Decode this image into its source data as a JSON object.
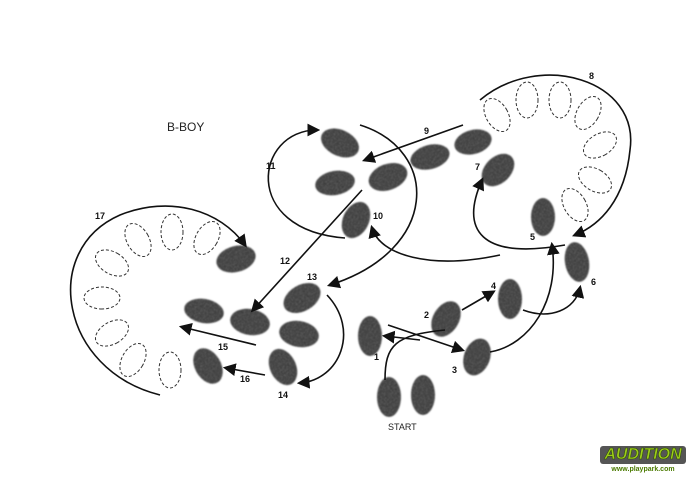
{
  "title": "B-BOY",
  "start_label": "START",
  "step_labels": [
    "1",
    "2",
    "3",
    "4",
    "5",
    "6",
    "7",
    "8",
    "9",
    "10",
    "11",
    "12",
    "13",
    "14",
    "15",
    "16",
    "17"
  ],
  "logo": {
    "name": "AUDITION",
    "url": "www.playpark.com"
  },
  "colors": {
    "footprint": "#333333",
    "line": "#111111",
    "logo_green": "#9ccc1a"
  }
}
